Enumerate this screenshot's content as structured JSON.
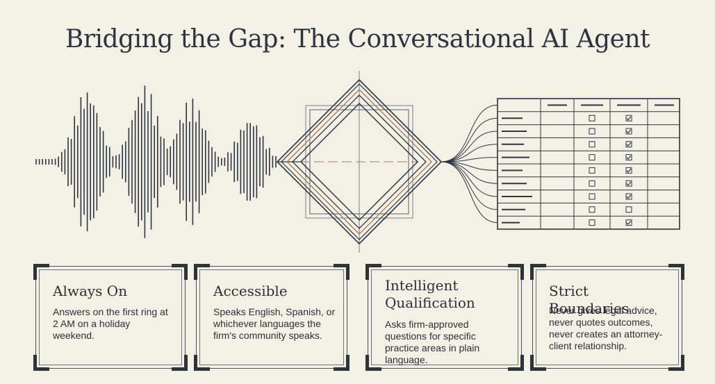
{
  "title": "Bridging the Gap: The Conversational AI Agent",
  "colors": {
    "background": "#f3f0e6",
    "ink": "#2e3440",
    "accent": "#b07a5e"
  },
  "diagram": {
    "stages": [
      "sound-waveform",
      "diamond-processor",
      "structured-table"
    ],
    "table": {
      "rows": 9,
      "checkbox_column_a": [
        false,
        false,
        false,
        false,
        false,
        false,
        false,
        false,
        false
      ],
      "checkbox_column_b": [
        true,
        true,
        true,
        true,
        true,
        true,
        true,
        false,
        true
      ]
    }
  },
  "cards": [
    {
      "title": "Always On",
      "body": "Answers on the first ring at 2 AM on a holiday weekend."
    },
    {
      "title": "Accessible",
      "body": "Speaks English, Spanish, or whichever languages the firm's community speaks."
    },
    {
      "title": "Intelligent Qualification",
      "body": "Asks firm-approved questions for specific practice areas in plain language."
    },
    {
      "title": "Strict Boundaries",
      "body": "Never gives legal advice, never quotes outcomes, never creates an attorney-client relationship."
    }
  ]
}
